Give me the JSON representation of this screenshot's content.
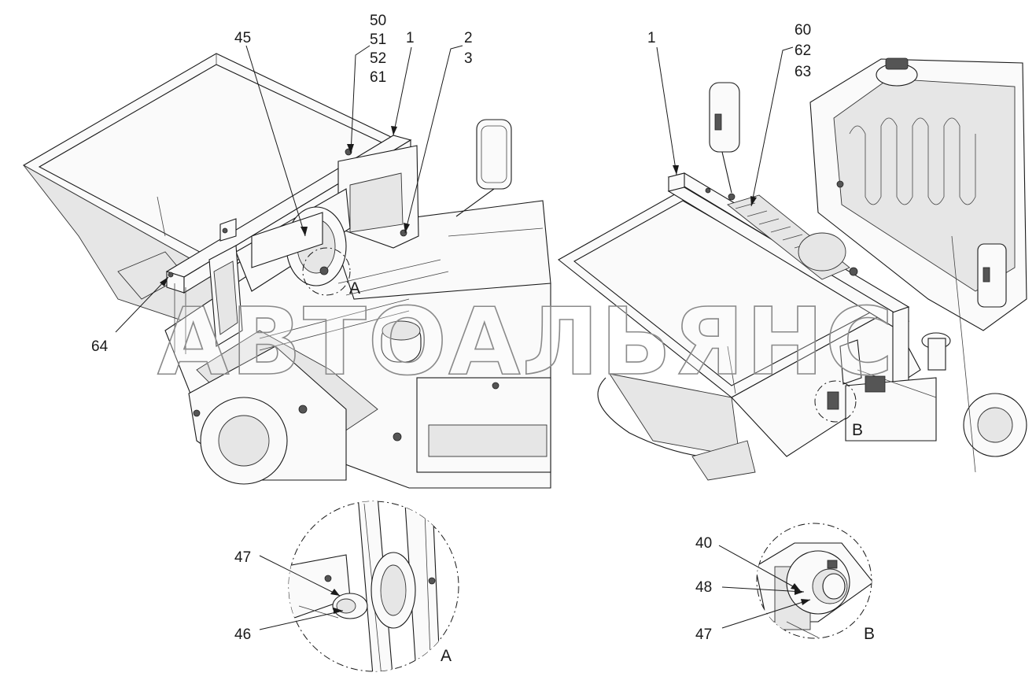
{
  "watermark": "АВТОАЛЬЯНС",
  "views": {
    "left": {
      "callouts": {
        "c45": "45",
        "c50": "50",
        "c51": "51",
        "c52": "52",
        "c61": "61",
        "c1": "1",
        "c2": "2",
        "c3": "3",
        "c64": "64"
      },
      "detail_marker": "A"
    },
    "right": {
      "callouts": {
        "c1": "1",
        "c60": "60",
        "c62": "62",
        "c63": "63"
      },
      "detail_marker": "B"
    }
  },
  "details": {
    "a": {
      "title": "A",
      "callouts": {
        "c47": "47",
        "c46": "46"
      }
    },
    "b": {
      "title": "B",
      "callouts": {
        "c40": "40",
        "c48": "48",
        "c47": "47"
      }
    }
  }
}
